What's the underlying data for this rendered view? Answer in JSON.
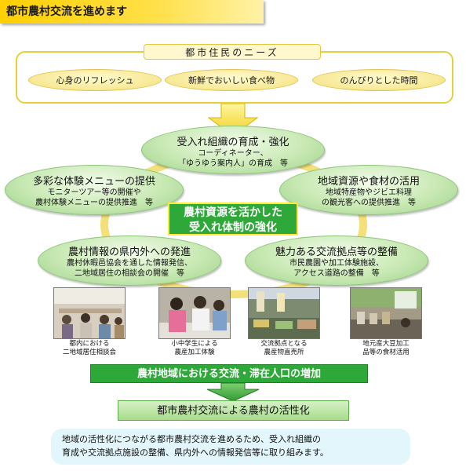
{
  "title": "都市農村交流を進めます",
  "needs": {
    "header": "都市住民のニーズ",
    "items": [
      "心身のリフレッシュ",
      "新鮮でおいしい食べ物",
      "のんびりとした時間"
    ]
  },
  "bubbles": {
    "top": {
      "title": "受入れ組織の育成・強化",
      "line1": "コーディネーター、",
      "line2": "「ゆうゆう案内人」の育成　等"
    },
    "left_upper": {
      "title": "多彩な体験メニューの提供",
      "line1": "モニターツアー等の開催や",
      "line2": "農村体験メニューの提供推進　等"
    },
    "right_upper": {
      "title": "地域資源や食材の活用",
      "line1": "地域特産物やジビエ料理",
      "line2": "の観光客への提供推進　等"
    },
    "left_lower": {
      "title": "農村情報の県内外への発進",
      "line1": "農村休暇邑協会を通した情報発信、",
      "line2": "二地域居住の相談会の開催　等"
    },
    "right_lower": {
      "title": "魅力ある交流拠点等の整備",
      "line1": "市民農園や加工体験施設、",
      "line2": "アクセス道路の整備　等"
    }
  },
  "center": {
    "line1": "農村資源を活かした",
    "line2": "受入れ体制の強化"
  },
  "photos": [
    {
      "line1": "都内における",
      "line2": "二地域居住相談会"
    },
    {
      "line1": "小中学生による",
      "line2": "農産加工体験"
    },
    {
      "line1": "交流拠点となる",
      "line2": "農産物直売所"
    },
    {
      "line1": "地元産大豆加工",
      "line2": "品等の食材活用"
    }
  ],
  "result": "農村地域における交流・滞在人口の増加",
  "final": "都市農村交流による農村の活性化",
  "summary": {
    "line1": "地域の活性化につながる都市農村交流を進めるため、受入れ組織の",
    "line2": "育成や交流拠点施設の整備、県内外への情報発信等に取り組みます。"
  }
}
